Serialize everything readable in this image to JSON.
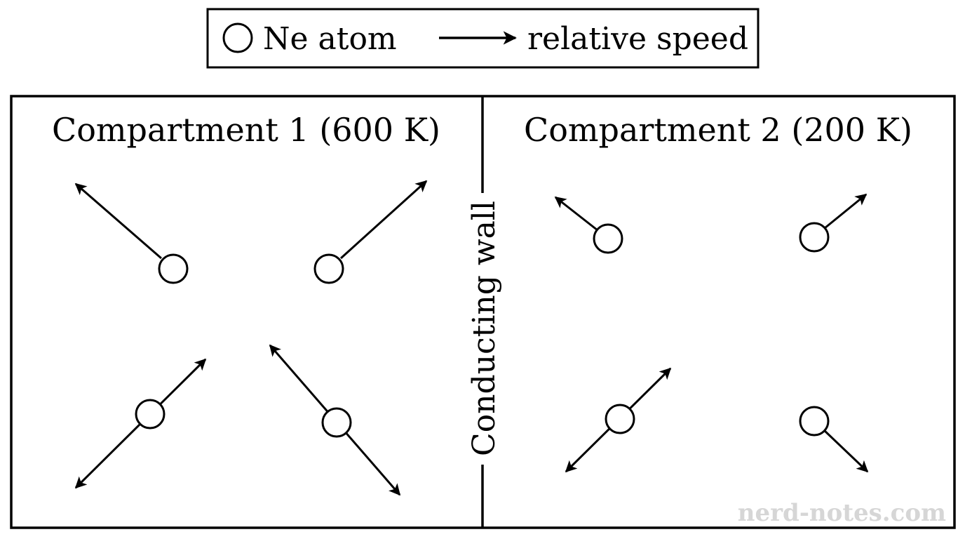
{
  "legend": {
    "atom_label": "Ne atom",
    "arrow_label": "relative speed"
  },
  "compartments": [
    {
      "title": "Compartment 1 (600 K)"
    },
    {
      "title": "Compartment 2 (200 K)"
    }
  ],
  "wall_label": "Conducting wall",
  "watermark": "nerd-notes.com",
  "colors": {
    "stroke": "#000000",
    "watermark": "#d6d6d6"
  },
  "atoms": {
    "compartment_1": [
      {
        "direction": "up-left",
        "relative_speed": "fast"
      },
      {
        "direction": "up-right",
        "relative_speed": "fast"
      },
      {
        "direction": "up-right and down-left",
        "relative_speed": "fast"
      },
      {
        "direction": "up-left and down-right",
        "relative_speed": "fast"
      }
    ],
    "compartment_2": [
      {
        "direction": "up-left",
        "relative_speed": "slow"
      },
      {
        "direction": "up-right",
        "relative_speed": "slow"
      },
      {
        "direction": "up-right and down-left",
        "relative_speed": "slow"
      },
      {
        "direction": "down-right",
        "relative_speed": "slow"
      }
    ]
  }
}
